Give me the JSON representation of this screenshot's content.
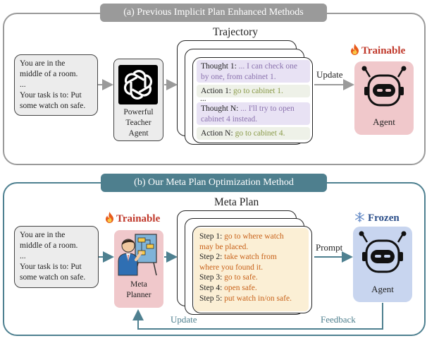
{
  "panel_a": {
    "title": "(a) Previous Implicit Plan Enhanced Methods",
    "task_lines": [
      "You are in the",
      "middle of a room.",
      "...",
      "Your task is to: Put",
      "some watch on safe."
    ],
    "teacher": {
      "label_lines": [
        "Powerful",
        "Teacher",
        "Agent"
      ],
      "icon": "openai-logo-icon"
    },
    "trajectory": {
      "heading": "Trajectory",
      "lines": [
        {
          "prefix": "Thought 1:",
          "text_1": " ... I can check one",
          "text_2": "by one, from cabinet 1."
        },
        {
          "prefix": "Action 1:",
          "text": " go to cabinet 1."
        },
        {
          "ellipsis": "..."
        },
        {
          "prefix": "Thought N:",
          "text_1": " ... I'll try to open",
          "text_2": "cabinet 4 instead."
        },
        {
          "prefix": "Action N:",
          "text": " go to cabinet 4."
        }
      ]
    },
    "update_label": "Update",
    "trainable_label": "Trainable",
    "agent_label": "Agent",
    "icons": [
      "fire-icon",
      "robot-icon"
    ]
  },
  "panel_b": {
    "title": "(b) Our Meta Plan Optimization Method",
    "task_lines": [
      "You are in the",
      "middle of a room.",
      "...",
      "Your task is to: Put",
      "some watch on safe."
    ],
    "trainable_label": "Trainable",
    "planner_label_lines": [
      "Meta",
      "Planner"
    ],
    "meta_plan": {
      "heading": "Meta Plan",
      "steps": [
        {
          "prefix": "Step 1:",
          "text_1": " go to where watch",
          "text_2": "may be placed."
        },
        {
          "prefix": "Step 2:",
          "text_1": " take watch from",
          "text_2": "where you found it."
        },
        {
          "prefix": "Step 3:",
          "text_1": " go to safe."
        },
        {
          "prefix": "Step 4:",
          "text_1": " open safe."
        },
        {
          "prefix": "Step 5:",
          "text_1": " put watch in/on safe."
        }
      ]
    },
    "prompt_label": "Prompt",
    "frozen_label": "Frozen",
    "agent_label": "Agent",
    "update_label": "Update",
    "feedback_label": "Feedback",
    "icons": [
      "fire-icon",
      "snowflake-icon",
      "robot-icon",
      "planner-person-icon"
    ]
  },
  "colors": {
    "panel_a_border": "#9a9a9a",
    "panel_b_border": "#4e8090",
    "trainable_text": "#c0392b",
    "frozen_text": "#2c4f8a",
    "trainable_box": "#f0c8cb",
    "frozen_box": "#c8d5ef",
    "meta_plan_card": "#fbefd5",
    "step_text": "#c8621a"
  }
}
